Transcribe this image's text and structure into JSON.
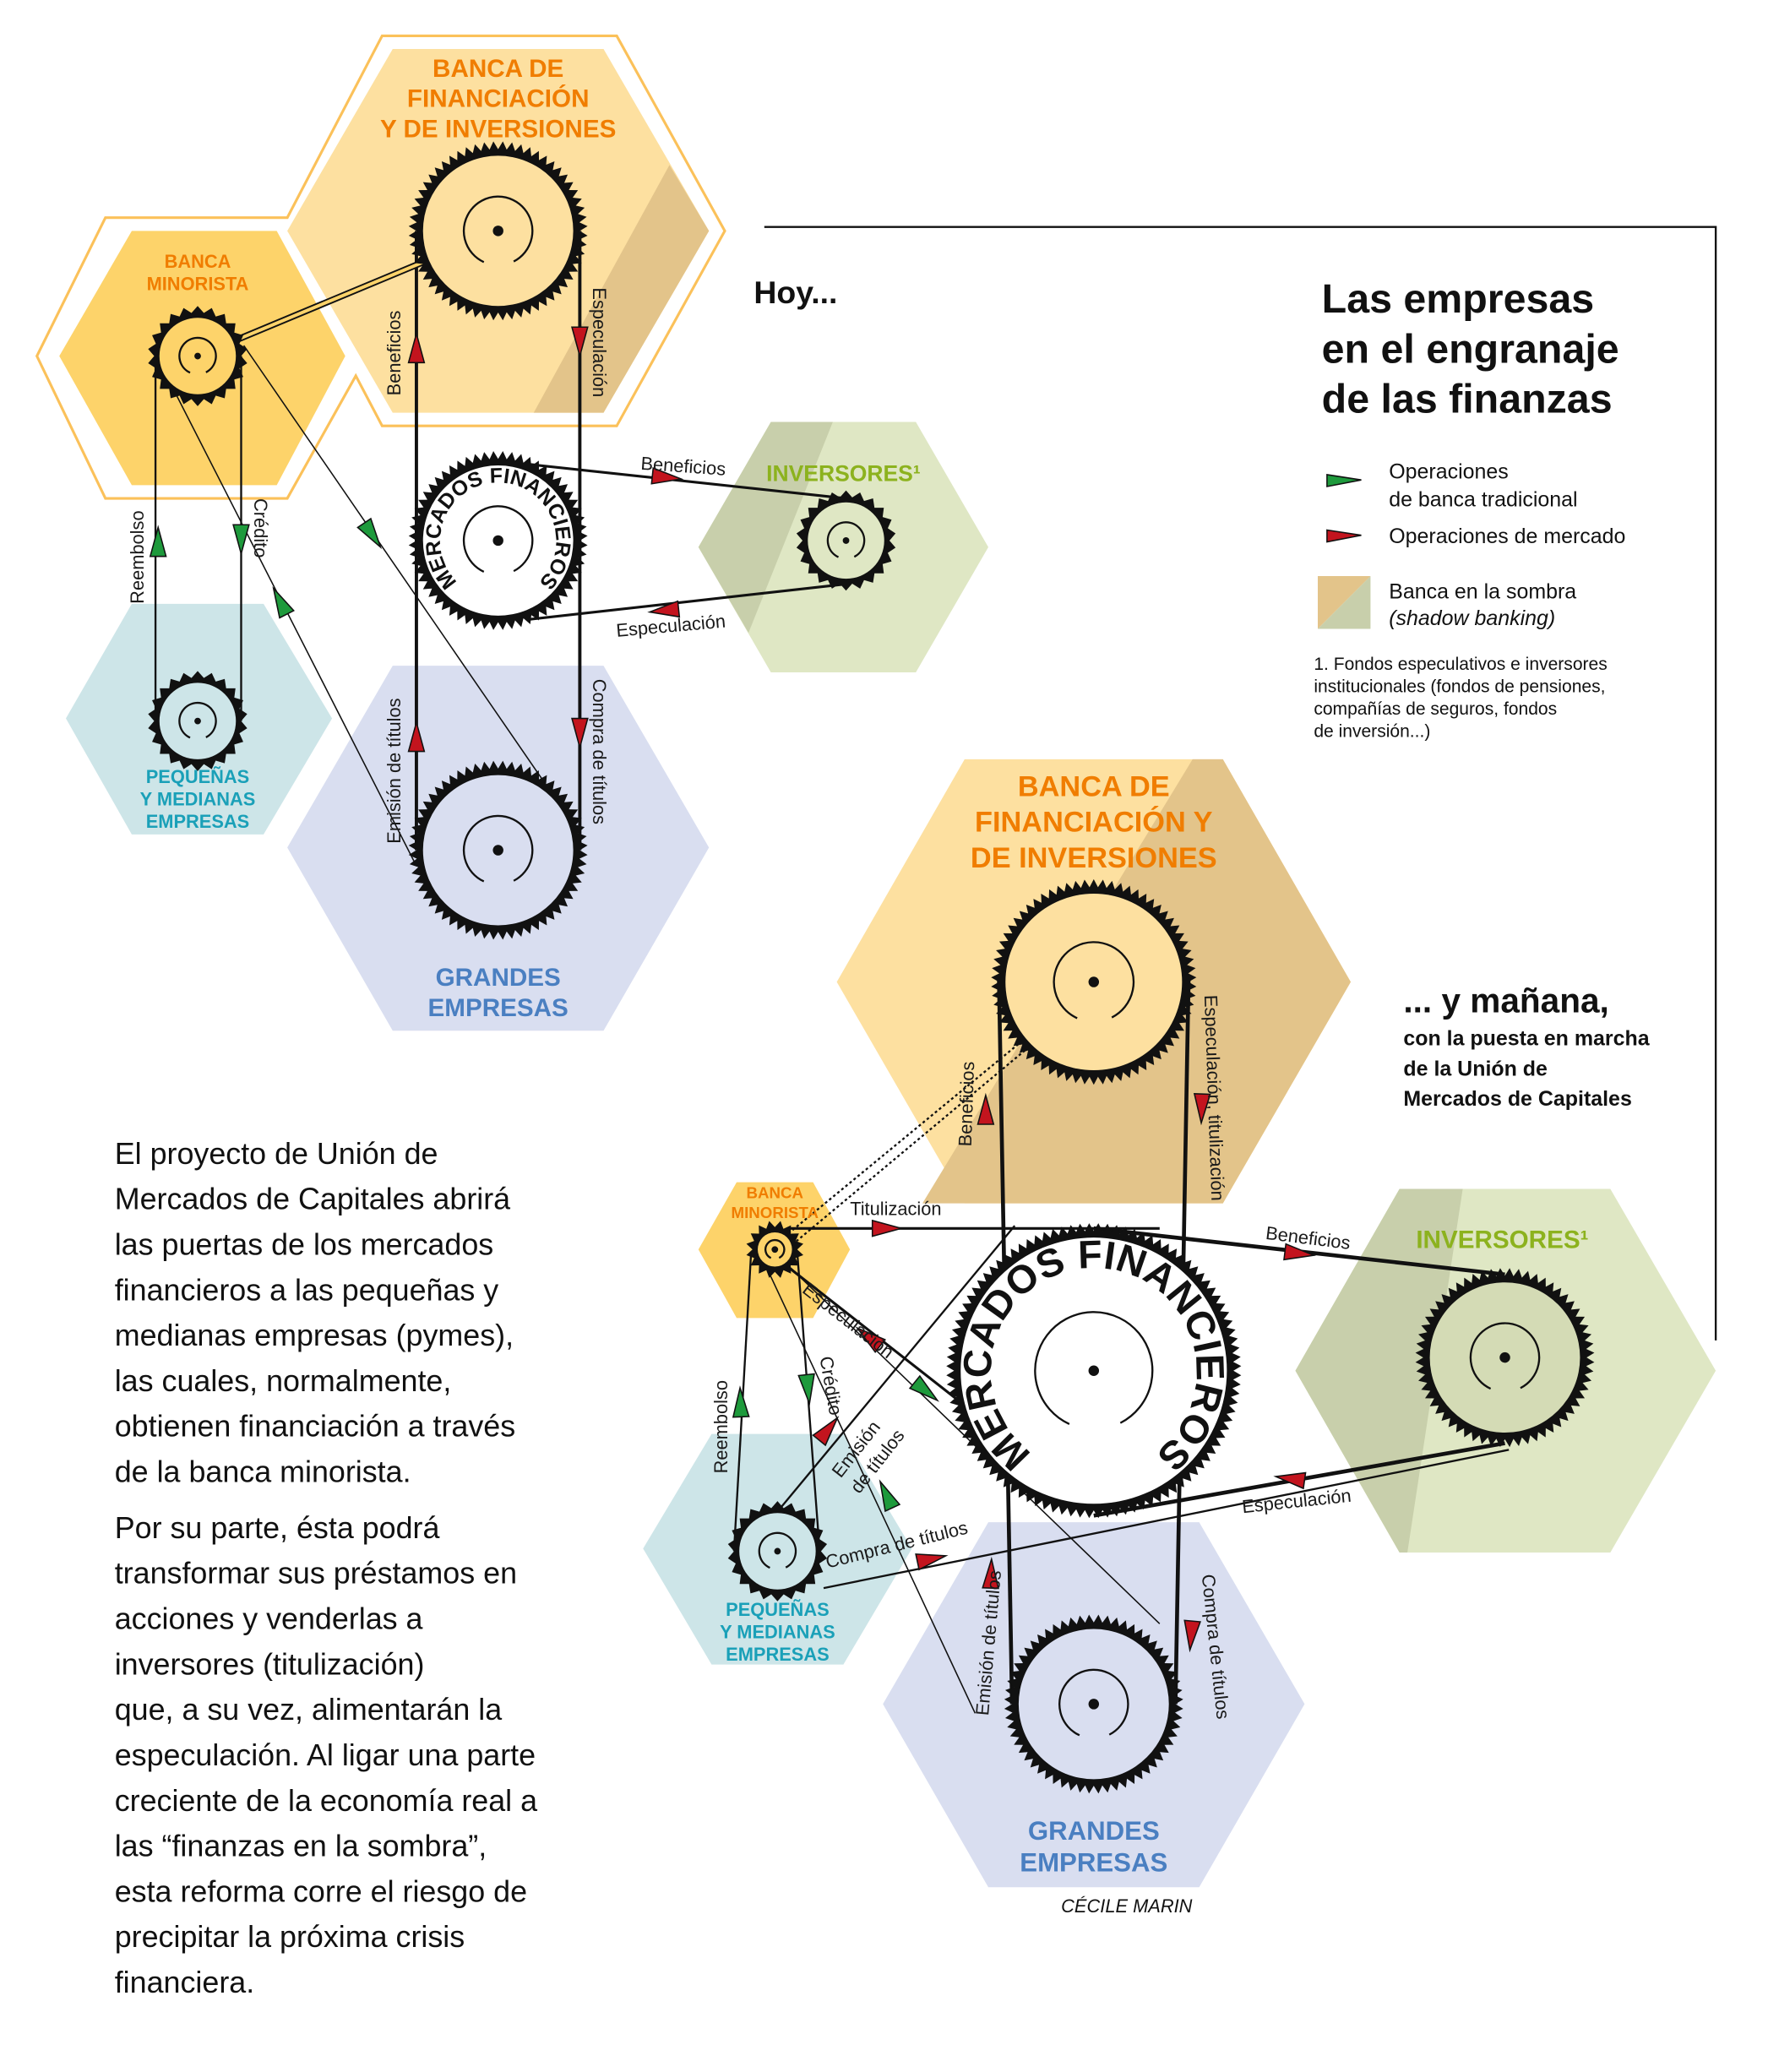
{
  "title": [
    "Las empresas",
    "en el engranaje",
    "de las finanzas"
  ],
  "today_label": "Hoy...",
  "tomorrow": {
    "heading": "... y mañana,",
    "sub": [
      "con la puesta en marcha",
      "de la Unión de",
      "Mercados de Capitales"
    ]
  },
  "legend": {
    "traditional": [
      "Operaciones",
      "de banca tradicional"
    ],
    "market": "Operaciones de mercado",
    "shadow": "Banca en la sombra",
    "shadow_en": "(shadow banking)",
    "footnote": [
      "1. Fondos especulativos e inversores",
      "institucionales (fondos de pensiones,",
      "compañías de seguros, fondos",
      "de inversión...)"
    ],
    "colors": {
      "traditional": "#1e9a3c",
      "market": "#c3141e",
      "shadow_a": "#e3c48a",
      "shadow_b": "#c8cfab"
    }
  },
  "top": {
    "investment_bank": [
      "BANCA DE",
      "FINANCIACIÓN",
      "Y DE INVERSIONES"
    ],
    "retail_bank": [
      "BANCA",
      "MINORISTA"
    ],
    "investors": "INVERSORES¹",
    "sme": [
      "PEQUEÑAS",
      "Y MEDIANAS",
      "EMPRESAS"
    ],
    "large": [
      "GRANDES",
      "EMPRESAS"
    ],
    "markets": "MERCADOS FINANCIEROS",
    "flows": {
      "beneficios_v": "Beneficios",
      "especulacion_v": "Especulación",
      "reembolso": "Reembolso",
      "credito": "Crédito",
      "emision": "Emisión de títulos",
      "compra": "Compra de títulos",
      "beneficios_h": "Beneficios",
      "especulacion_h": "Especulación"
    }
  },
  "bottom": {
    "investment_bank": [
      "BANCA DE",
      "FINANCIACIÓN Y",
      "DE INVERSIONES"
    ],
    "retail_bank": [
      "BANCA",
      "MINORISTA"
    ],
    "investors": "INVERSORES¹",
    "sme": [
      "PEQUEÑAS",
      "Y MEDIANAS",
      "EMPRESAS"
    ],
    "large": [
      "GRANDES",
      "EMPRESAS"
    ],
    "markets": "MERCADOS FINANCIEROS",
    "flows": {
      "titulizacion": "Titulización",
      "beneficios_v": "Beneficios",
      "especulacion_tit": "Especulación, titulización",
      "beneficios_h": "Beneficios",
      "especulacion_sm": "Especulación",
      "reembolso": "Reembolso",
      "credito": "Crédito",
      "emision": [
        "Emisión",
        "de títulos"
      ],
      "compra_sme": "Compra de títulos",
      "especulacion_h": "Especulación",
      "emision_large": "Emisión de títulos",
      "compra_large": "Compra de títulos"
    }
  },
  "body_text": {
    "p1": [
      "El proyecto de Unión de",
      "Mercados de Capitales abrirá",
      "las puertas de los mercados",
      "financieros a las pequeñas y",
      "medianas empresas (pymes),",
      "las cuales, normalmente,",
      "obtienen financiación a través",
      "de la banca minorista."
    ],
    "p2": [
      "Por su parte, ésta podrá",
      "transformar sus préstamos en",
      "acciones y venderlas a",
      "inversores (titulización)",
      "que, a su vez, alimentarán la",
      "especulación. Al ligar una parte",
      "creciente de la economía real a",
      "las “finanzas en la sombra”,",
      "esta reforma corre el riesgo de",
      "precipitar la próxima crisis",
      "financiera."
    ]
  },
  "credit": "CÉCILE MARIN"
}
